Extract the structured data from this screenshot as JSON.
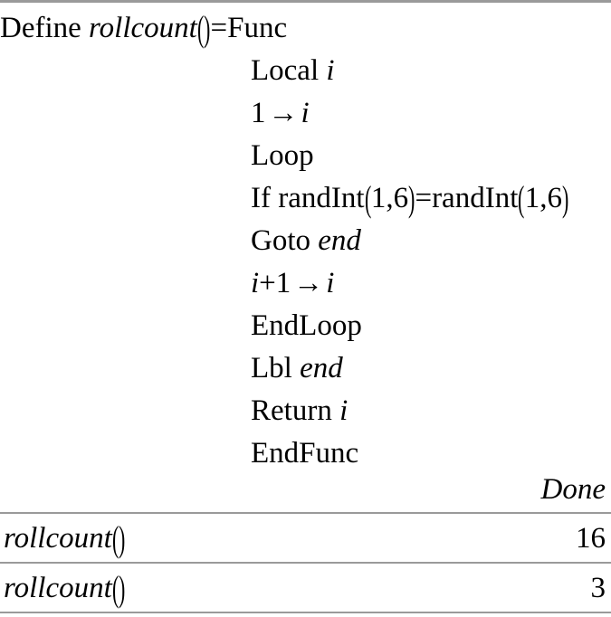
{
  "app": {
    "title": "TI-Nspire CAS Calculator History",
    "background": "#ffffff",
    "rule_color": "#9a9a9a",
    "text_color": "#000000"
  },
  "program": {
    "header": {
      "define_kw": "Define",
      "name": "rollcount",
      "open_paren": "(",
      "close_paren": ")",
      "equals": "=",
      "func_kw": "Func"
    },
    "body": [
      {
        "kw": "Local",
        "var": "i"
      },
      {
        "num": "1",
        "arrow": "→",
        "var": "i"
      },
      {
        "kw": "Loop"
      },
      {
        "kw": "If",
        "call": "randInt",
        "args": "1,6",
        "equals": "=",
        "call2": "randInt",
        "args2": "1,6"
      },
      {
        "kw": "Goto",
        "var": "end"
      },
      {
        "var": "i",
        "op": "+",
        "num": "1",
        "arrow": "→",
        "var2": "i"
      },
      {
        "kw": "EndLoop"
      },
      {
        "kw": "Lbl",
        "var": "end"
      },
      {
        "kw": "Return",
        "var": "i"
      },
      {
        "kw": "EndFunc"
      }
    ]
  },
  "results": [
    {
      "entry": "",
      "answer": "Done",
      "answer_italic": true
    },
    {
      "entry": "rollcount",
      "open_paren": "(",
      "close_paren": ")",
      "answer": "16",
      "answer_italic": false
    },
    {
      "entry": "rollcount",
      "open_paren": "(",
      "close_paren": ")",
      "answer": "3",
      "answer_italic": false
    }
  ],
  "separators": {
    "count": 3
  }
}
